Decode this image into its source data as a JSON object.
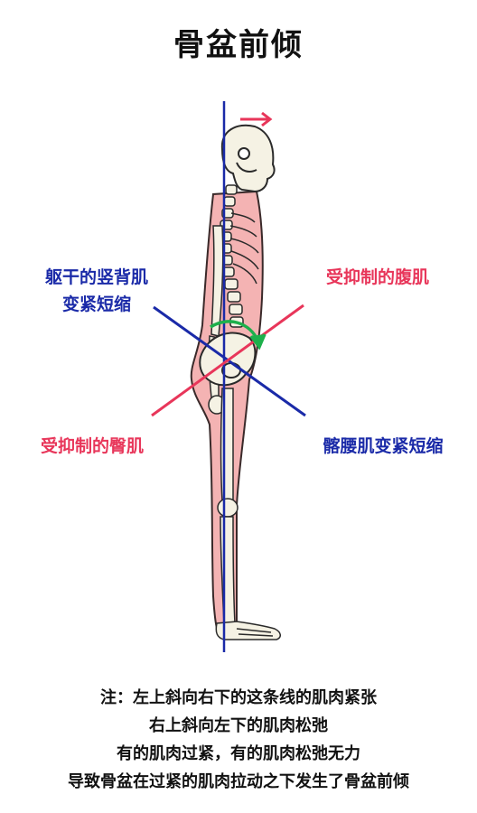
{
  "title": "骨盆前倾",
  "labels": {
    "erector_spinae": [
      "躯干的竖背肌",
      "变紧短缩"
    ],
    "abdominals": "受抑制的腹肌",
    "glutes": "受抑制的臀肌",
    "iliopsoas": "髂腰肌变紧短缩"
  },
  "note_lines": [
    "注：左上斜向右下的这条线的肌肉紧张",
    "右上斜向左下的肌肉松弛",
    "有的肌肉过紧，有的肌肉松弛无力",
    "导致骨盆在过紧的肌肉拉动之下发生了骨盆前倾"
  ],
  "colors": {
    "tight_line": "#1a2aa8",
    "weak_line": "#e8365a",
    "rotation_arrow": "#1db04b",
    "muscle": "#f4b3b3",
    "bone": "#f5f2e4"
  }
}
